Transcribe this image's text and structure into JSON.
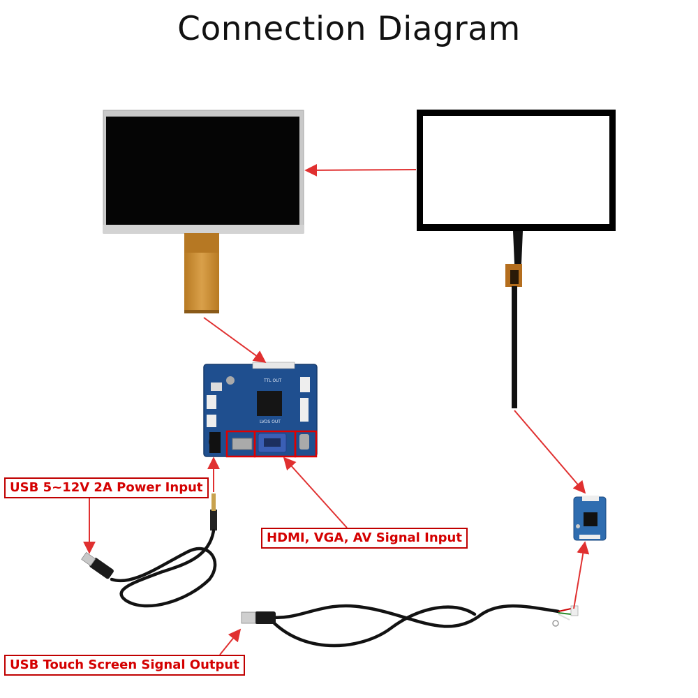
{
  "title": "Connection Diagram",
  "labels": {
    "power_input": "USB 5~12V 2A Power Input",
    "signal_input": "HDMI, VGA, AV Signal Input",
    "touch_output": "USB Touch Screen Signal Output"
  },
  "board_silkscreen": {
    "ttl_out": "TTL OUT",
    "lvds_out": "LVDS OUT"
  },
  "colors": {
    "label_text": "#d40000",
    "label_border": "#c00000",
    "arrow": "#e03030",
    "pcb": "#1f4f8f",
    "fpc": "#c98a2b"
  }
}
